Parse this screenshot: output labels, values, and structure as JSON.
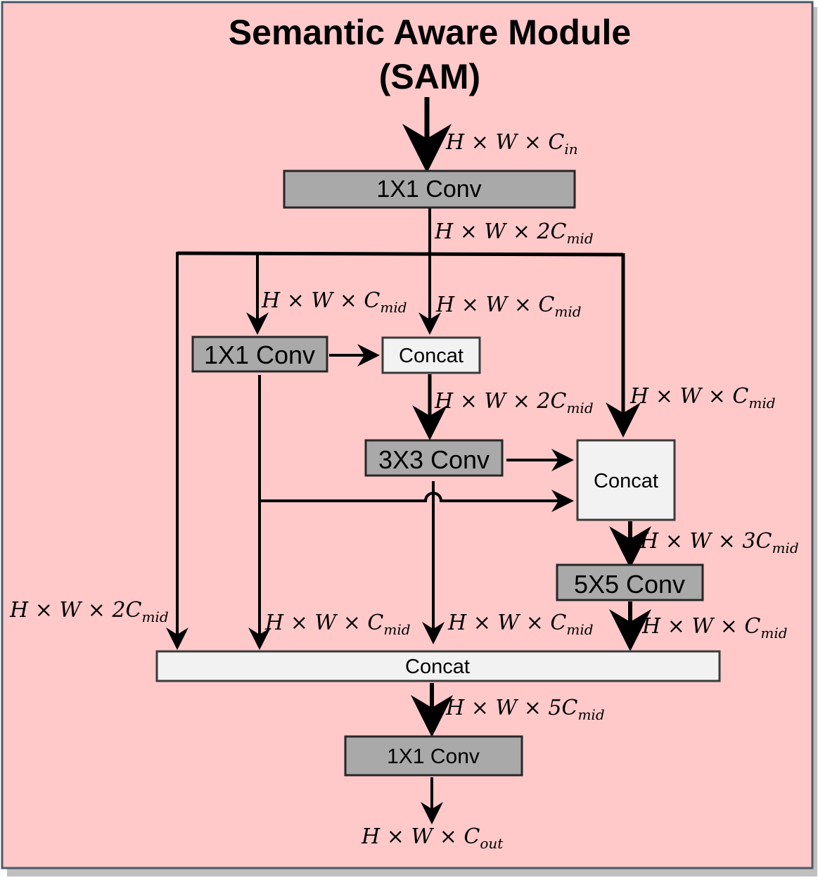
{
  "title": {
    "line1": "Semantic Aware Module",
    "line2": "(SAM)"
  },
  "blocks": {
    "input_conv": "1X1 Conv",
    "branch_conv1": "1X1 Conv",
    "concat_small": "Concat",
    "conv3x3": "3X3 Conv",
    "concat_mid": "Concat",
    "conv5x5": "5X5 Conv",
    "concat_wide": "Concat",
    "output_conv": "1X1 Conv"
  },
  "labels": {
    "input": {
      "main": "H × W × C",
      "coef": "",
      "sub": "in"
    },
    "after_conv1": {
      "main": "H × W × ",
      "coef": "2C",
      "sub": "mid"
    },
    "to_conv1b": {
      "main": "H × W × C",
      "coef": "",
      "sub": "mid"
    },
    "to_concat_s": {
      "main": "H × W × C",
      "coef": "",
      "sub": "mid"
    },
    "to_concat_m": {
      "main": "H × W × C",
      "coef": "",
      "sub": "mid"
    },
    "after_concat_s": {
      "main": "H × W × ",
      "coef": "2C",
      "sub": "mid"
    },
    "after_concat_m": {
      "main": "H × W × ",
      "coef": "3C",
      "sub": "mid"
    },
    "left_bypass": {
      "main": "H × W × ",
      "coef": "2C",
      "sub": "mid"
    },
    "from_conv1b": {
      "main": "H × W × C",
      "coef": "",
      "sub": "mid"
    },
    "from_conv3": {
      "main": "H × W × C",
      "coef": "",
      "sub": "mid"
    },
    "from_conv5": {
      "main": "H × W × C",
      "coef": "",
      "sub": "mid"
    },
    "after_concat_w": {
      "main": "H × W × ",
      "coef": "5C",
      "sub": "mid"
    },
    "output": {
      "main": "H × W × C",
      "coef": "",
      "sub": "out"
    }
  },
  "colors": {
    "background": "#ffc9c9",
    "border": "#4a5a6a",
    "dark_block": "#a9a9a9",
    "light_block": "#f2f2f2"
  }
}
